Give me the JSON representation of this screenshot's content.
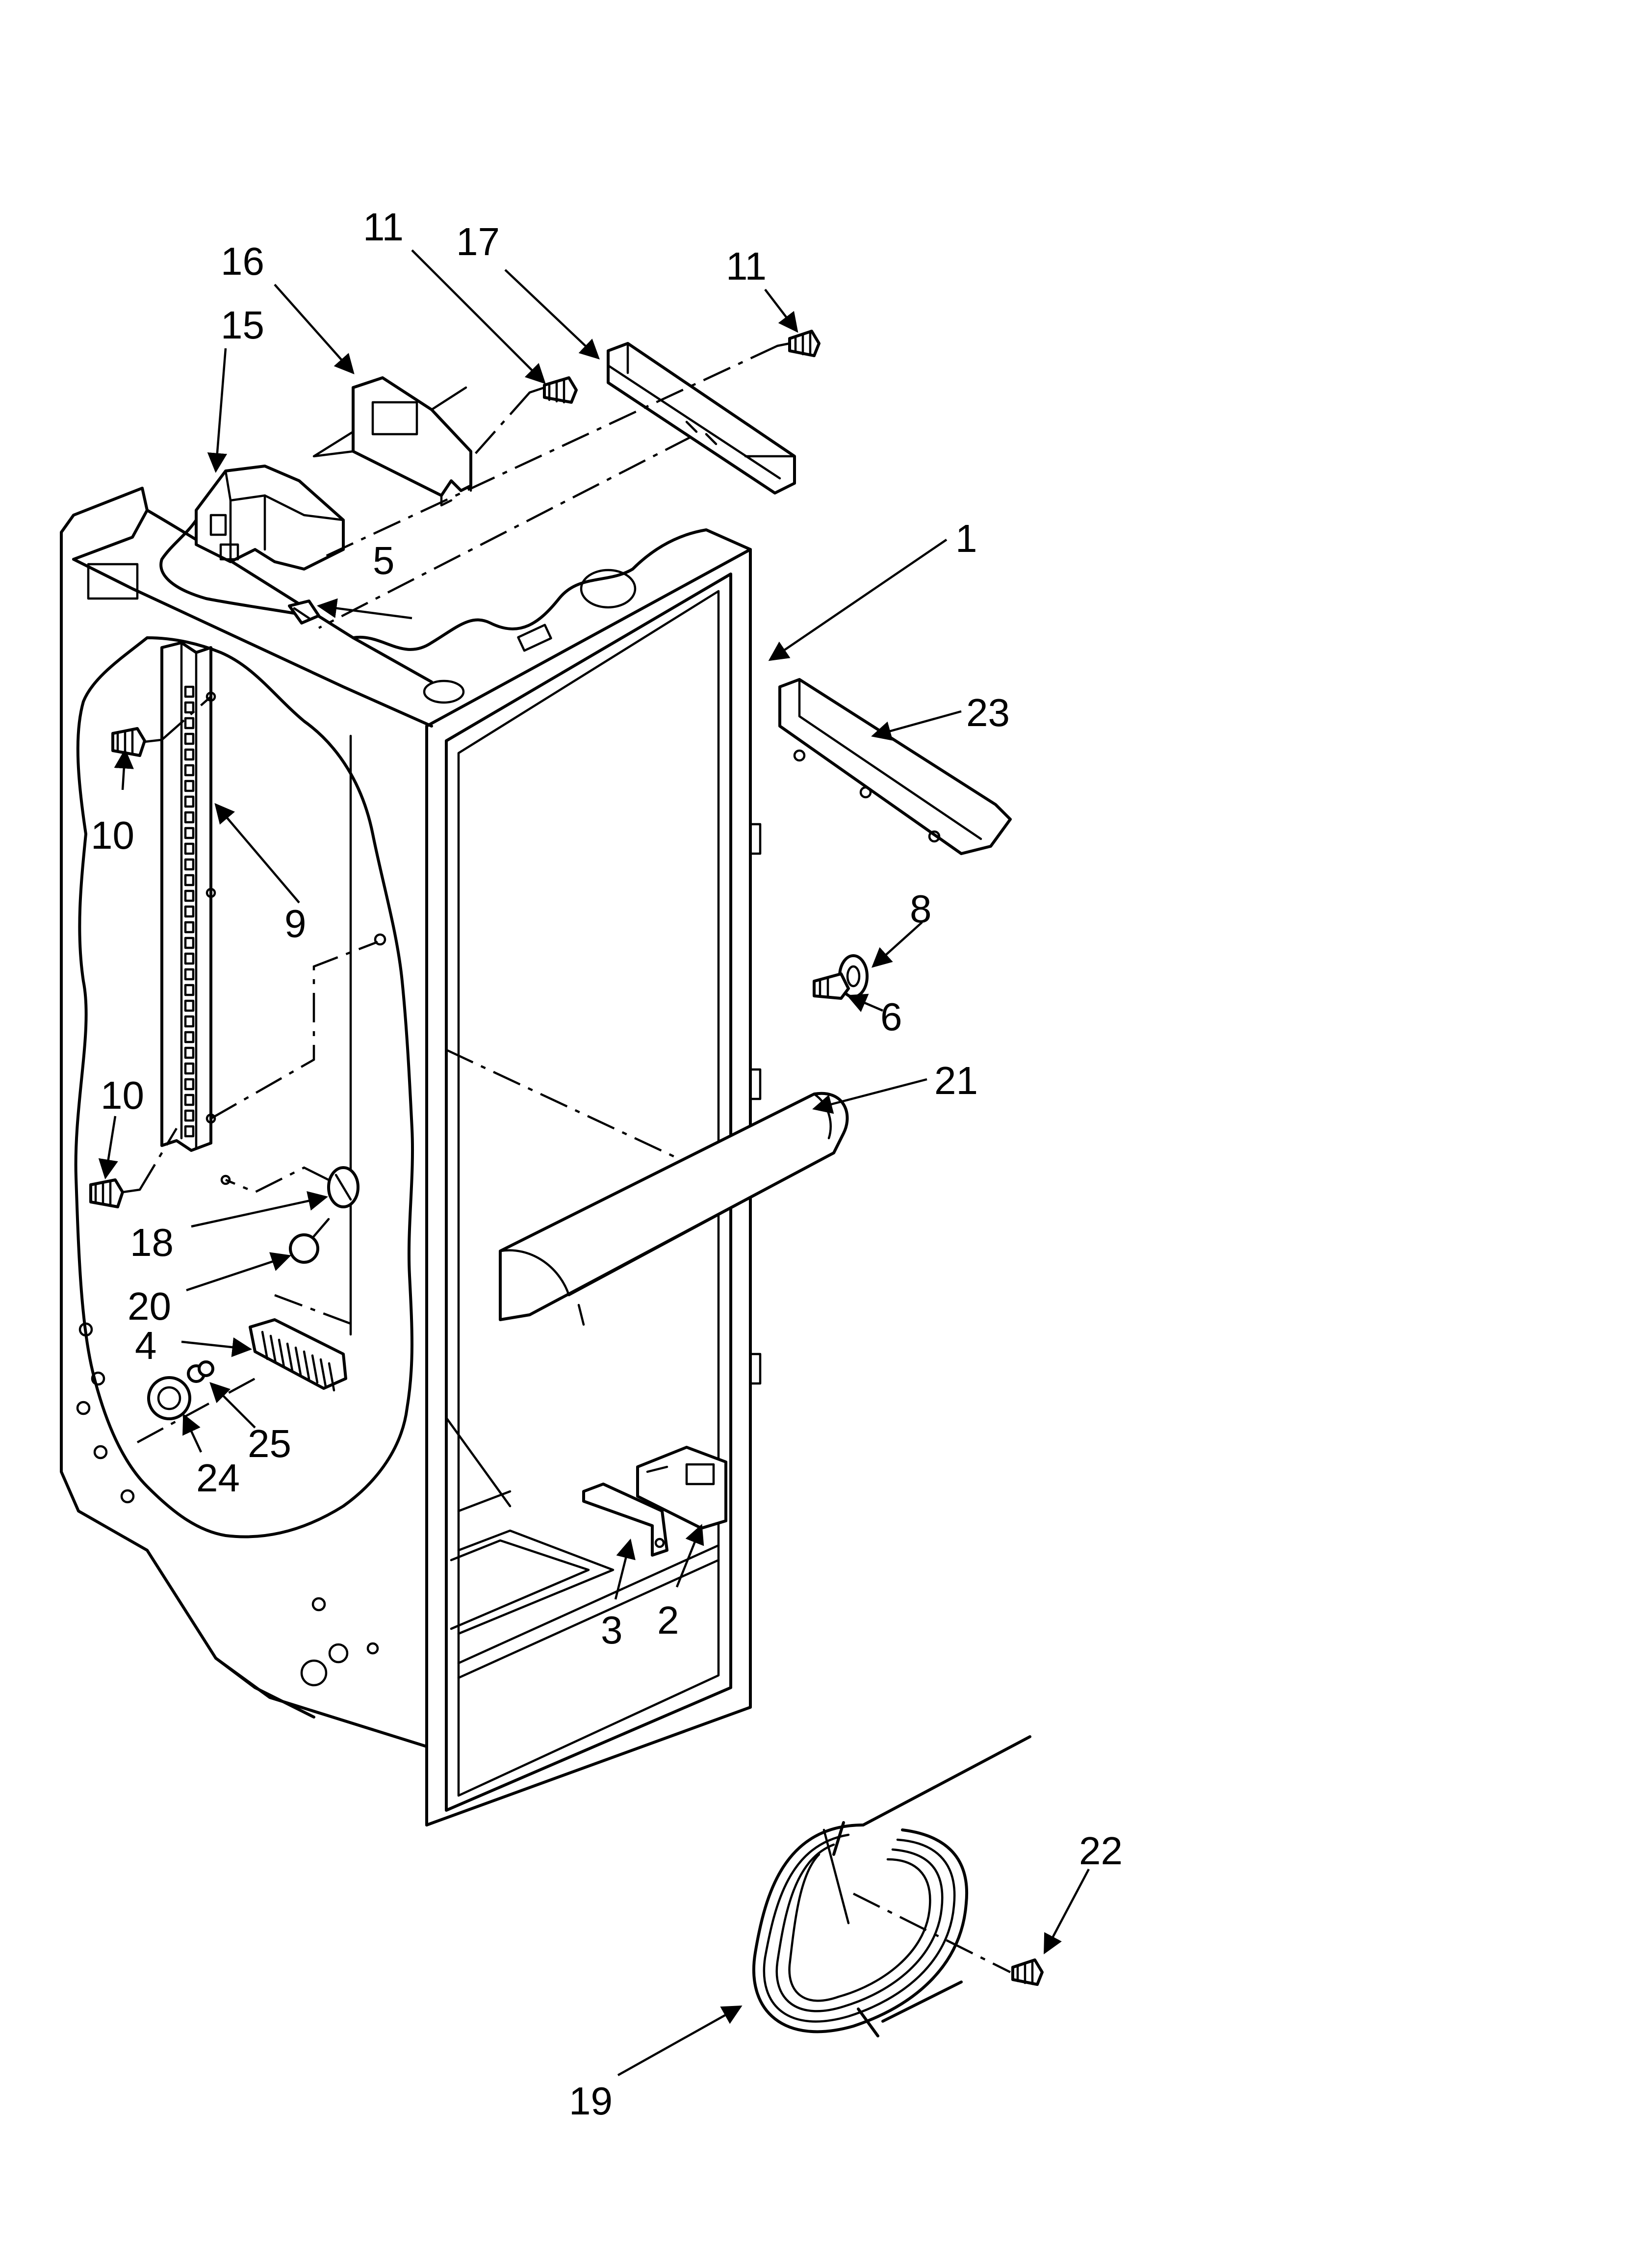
{
  "callouts": [
    {
      "id": "c1",
      "label": "1"
    },
    {
      "id": "c2",
      "label": "2"
    },
    {
      "id": "c3",
      "label": "3"
    },
    {
      "id": "c4",
      "label": "4"
    },
    {
      "id": "c5",
      "label": "5"
    },
    {
      "id": "c6",
      "label": "6"
    },
    {
      "id": "c8",
      "label": "8"
    },
    {
      "id": "c9",
      "label": "9"
    },
    {
      "id": "c10a",
      "label": "10"
    },
    {
      "id": "c10b",
      "label": "10"
    },
    {
      "id": "c11a",
      "label": "11"
    },
    {
      "id": "c11b",
      "label": "11"
    },
    {
      "id": "c15",
      "label": "15"
    },
    {
      "id": "c16",
      "label": "16"
    },
    {
      "id": "c17",
      "label": "17"
    },
    {
      "id": "c18",
      "label": "18"
    },
    {
      "id": "c19",
      "label": "19"
    },
    {
      "id": "c20",
      "label": "20"
    },
    {
      "id": "c21",
      "label": "21"
    },
    {
      "id": "c22",
      "label": "22"
    },
    {
      "id": "c23",
      "label": "23"
    },
    {
      "id": "c24",
      "label": "24"
    },
    {
      "id": "c25",
      "label": "25"
    }
  ]
}
